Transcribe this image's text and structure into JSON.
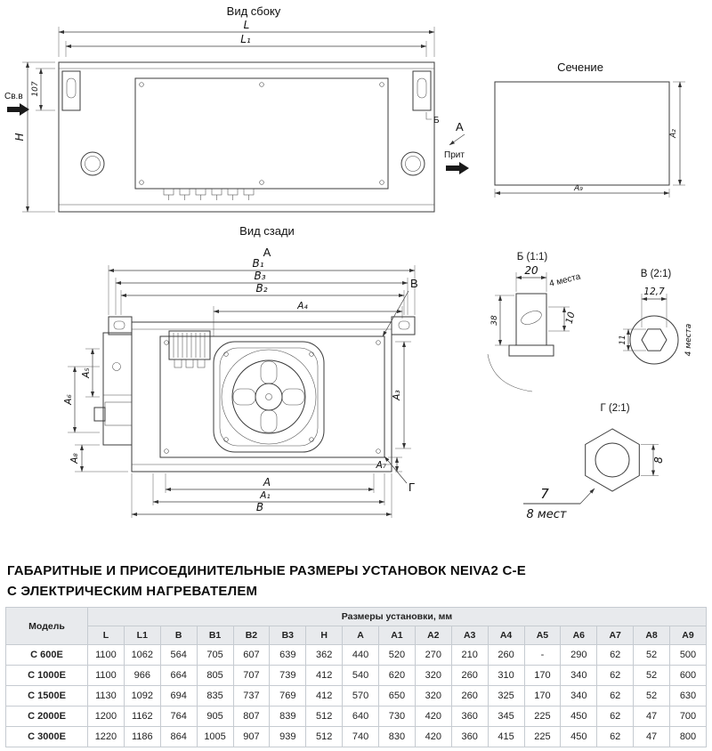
{
  "drawings": {
    "sv": {
      "title": "Вид сбоку",
      "L": "L",
      "L1": "L₁",
      "H": "H",
      "d107": "107",
      "B_mark": "Б",
      "A_mark": "А",
      "svv": "Св.в",
      "prit": "Прит"
    },
    "sec": {
      "title": "Сечение",
      "A2": "A₂",
      "A9": "A₉"
    },
    "rv": {
      "title": "Вид сзади",
      "mark": "А",
      "B1": "B₁",
      "B3": "B₃",
      "B2": "B₂",
      "A4": "A₄",
      "A5": "A₅",
      "A6": "A₆",
      "A8": "A₈",
      "A3": "A₃",
      "A7": "A₇",
      "A": "А",
      "A1": "А₁",
      "B": "B",
      "V_mark": "В",
      "G_mark": "Г"
    },
    "db": {
      "title": "Б (1:1)",
      "d20": "20",
      "places": "4 места",
      "d10": "10",
      "d38": "38"
    },
    "dv": {
      "title": "В (2:1)",
      "d127": "12,7",
      "d11": "11",
      "places": "4 места"
    },
    "dg": {
      "title": "Г (2:1)",
      "d8": "8",
      "d7": "7",
      "places": "8 мест"
    }
  },
  "heading": {
    "line1": "ГАБАРИТНЫЕ И ПРИСОЕДИНИТЕЛЬНЫЕ  РАЗМЕРЫ УСТАНОВОК NEIVA2 C-E",
    "line2": "С ЭЛЕКТРИЧЕСКИМ НАГРЕВАТЕЛЕМ"
  },
  "table": {
    "model_header": "Модель",
    "group_header": "Размеры установки, мм",
    "columns": [
      "L",
      "L1",
      "B",
      "B1",
      "B2",
      "B3",
      "H",
      "A",
      "A1",
      "A2",
      "A3",
      "A4",
      "A5",
      "A6",
      "A7",
      "A8",
      "A9"
    ],
    "rows": [
      {
        "model": "C 600E",
        "values": [
          "1100",
          "1062",
          "564",
          "705",
          "607",
          "639",
          "362",
          "440",
          "520",
          "270",
          "210",
          "260",
          "-",
          "290",
          "62",
          "52",
          "500"
        ]
      },
      {
        "model": "C 1000E",
        "values": [
          "1100",
          "966",
          "664",
          "805",
          "707",
          "739",
          "412",
          "540",
          "620",
          "320",
          "260",
          "310",
          "170",
          "340",
          "62",
          "52",
          "600"
        ]
      },
      {
        "model": "C 1500E",
        "values": [
          "1130",
          "1092",
          "694",
          "835",
          "737",
          "769",
          "412",
          "570",
          "650",
          "320",
          "260",
          "325",
          "170",
          "340",
          "62",
          "52",
          "630"
        ]
      },
      {
        "model": "C 2000E",
        "values": [
          "1200",
          "1162",
          "764",
          "905",
          "807",
          "839",
          "512",
          "640",
          "730",
          "420",
          "360",
          "345",
          "225",
          "450",
          "62",
          "47",
          "700"
        ]
      },
      {
        "model": "C 3000E",
        "values": [
          "1220",
          "1186",
          "864",
          "1005",
          "907",
          "939",
          "512",
          "740",
          "830",
          "420",
          "360",
          "415",
          "225",
          "450",
          "62",
          "47",
          "800"
        ]
      }
    ]
  }
}
